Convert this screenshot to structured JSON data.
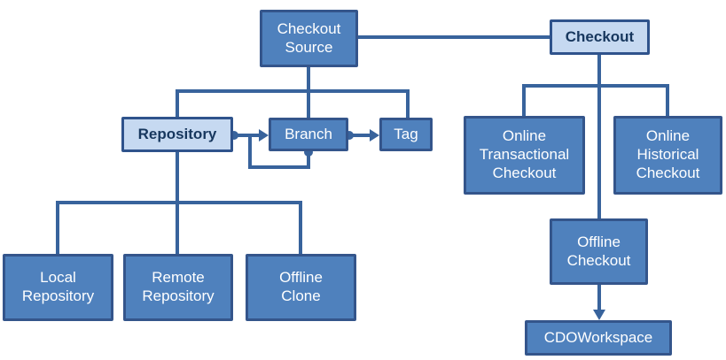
{
  "colors": {
    "node_fill": "#4f81bd",
    "node_border": "#34558b",
    "node_text": "#ffffff",
    "highlight_fill": "#c6d9f1",
    "highlight_border": "#2f538c",
    "highlight_text": "#17375e",
    "connector": "#38639c",
    "background": "#ffffff"
  },
  "nodes": {
    "checkout_source": {
      "label": "Checkout\nSource"
    },
    "checkout": {
      "label": "Checkout"
    },
    "repository": {
      "label": "Repository"
    },
    "branch": {
      "label": "Branch"
    },
    "tag": {
      "label": "Tag"
    },
    "online_transactional_checkout": {
      "label": "Online\nTransactional\nCheckout"
    },
    "online_historical_checkout": {
      "label": "Online\nHistorical\nCheckout"
    },
    "offline_checkout": {
      "label": "Offline\nCheckout"
    },
    "cdo_workspace": {
      "label": "CDOWorkspace"
    },
    "local_repository": {
      "label": "Local\nRepository"
    },
    "remote_repository": {
      "label": "Remote\nRepository"
    },
    "offline_clone": {
      "label": "Offline\nClone"
    }
  }
}
